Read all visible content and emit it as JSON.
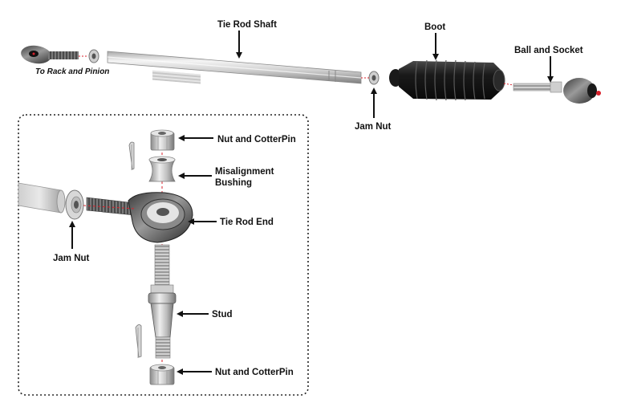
{
  "labels": {
    "tie_rod_shaft": "Tie Rod Shaft",
    "boot": "Boot",
    "ball_and_socket": "Ball and Socket",
    "to_rack_and_pinion": "To Rack and Pinion",
    "jam_nut_top": "Jam Nut",
    "nut_and_cotterpin_top": "Nut and CotterPin",
    "misalignment_bushing_line1": "Misalignment",
    "misalignment_bushing_line2": "Bushing",
    "tie_rod_end": "Tie Rod End",
    "jam_nut_inset": "Jam Nut",
    "stud": "Stud",
    "nut_and_cotterpin_bottom": "Nut and CotterPin"
  },
  "colors": {
    "text": "#111111",
    "arrow": "#111111",
    "dashed_border": "#222222",
    "metal_light": "#e6e6e6",
    "metal_dark": "#8a8a8a",
    "rubber": "#1c1c1c",
    "thread": "#555555",
    "centerline": "#d8202b"
  }
}
